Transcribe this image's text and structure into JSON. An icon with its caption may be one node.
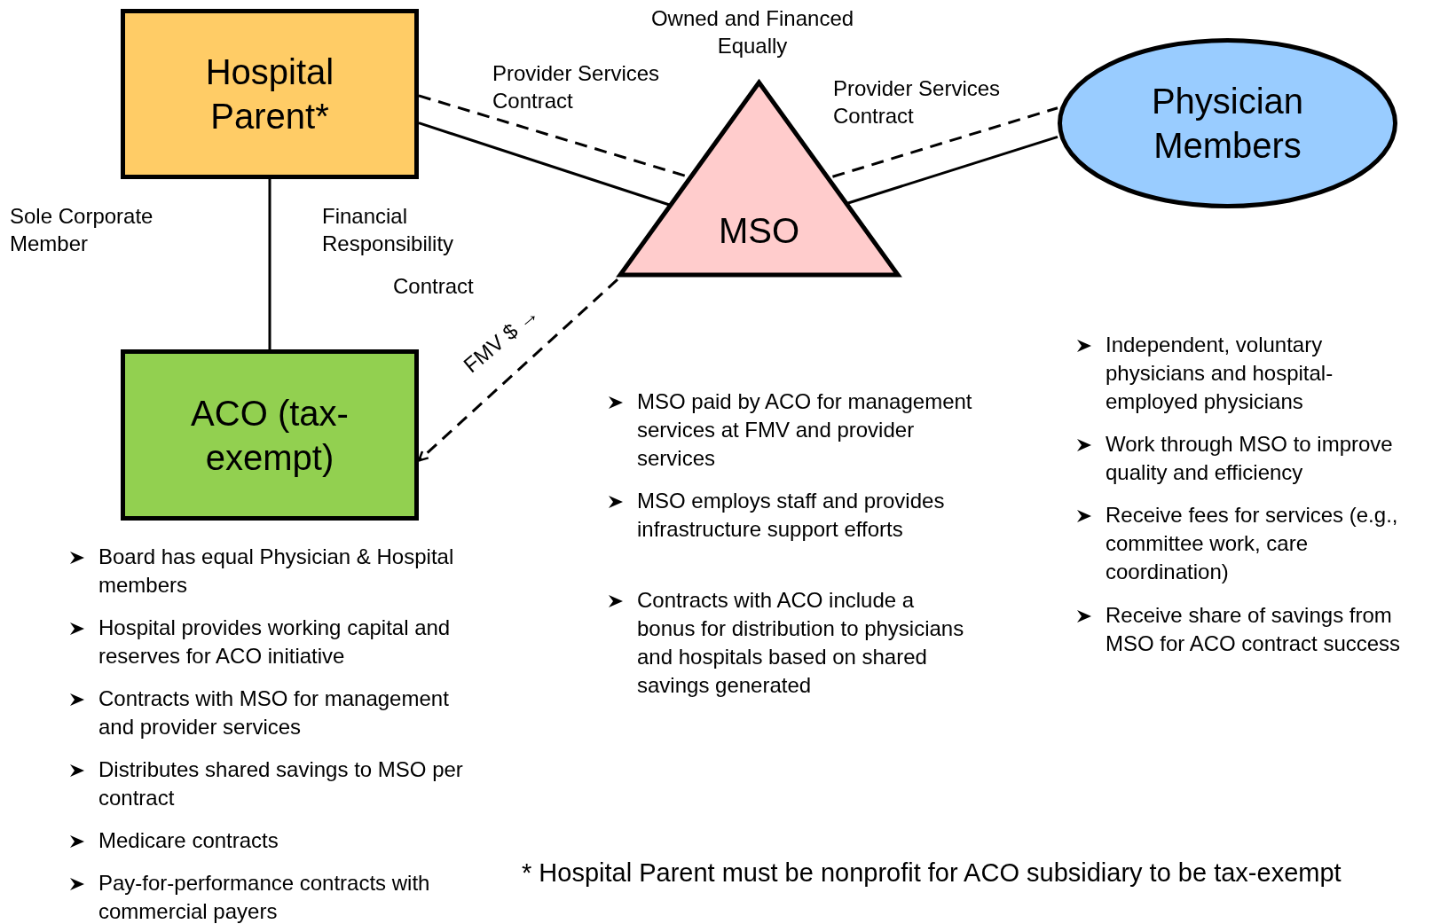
{
  "diagram": {
    "nodes": [
      {
        "text": [
          "Hospital Parent*"
        ]
      },
      {
        "text": [
          "MSO"
        ]
      },
      {
        "text": [
          "Physician Members"
        ]
      },
      {
        "text": [
          "ACO (tax-exempt)"
        ]
      }
    ],
    "edges": [
      {
        "from": 0,
        "to": 1,
        "arrow": "none",
        "style": "dashed"
      },
      {
        "from": 0,
        "to": 1,
        "arrow": "none"
      },
      {
        "from": 1,
        "to": 2,
        "arrow": "none",
        "style": "dashed"
      },
      {
        "from": 1,
        "to": 2,
        "arrow": "none"
      },
      {
        "from": 0,
        "to": 3,
        "arrow": "none"
      },
      {
        "from": 1,
        "to": 3,
        "arrow": "to",
        "style": "dashed"
      }
    ],
    "labels": [
      "Owned and Financed Equally",
      "Provider Services Contract",
      "Provider Services Contract",
      "Sole Corporate Member",
      "Financial Responsibility",
      "Contract",
      "FMV $ →",
      "Independent, voluntary physicians and hospital-employed physicians",
      "Work through MSO to improve quality and efficiency",
      "Receive fees for services (e.g., committee work, care coordination)",
      "Receive share of savings from MSO for ACO contract success",
      "MSO paid by ACO for management services at FMV and provider services",
      "MSO employs staff and provides infrastructure support efforts",
      "Contracts with ACO include a bonus for distribution to physicians and hospitals based on shared savings generated",
      "Board has equal Physician & Hospital members",
      "Hospital provides working capital and reserves for ACO initiative",
      "Contracts with MSO for management and provider services",
      "Distributes shared savings to MSO per contract",
      "Medicare contracts",
      "Pay-for-performance contracts with commercial payers",
      "* Hospital Parent must be nonprofit for ACO subsidiary to be tax-exempt"
    ]
  }
}
